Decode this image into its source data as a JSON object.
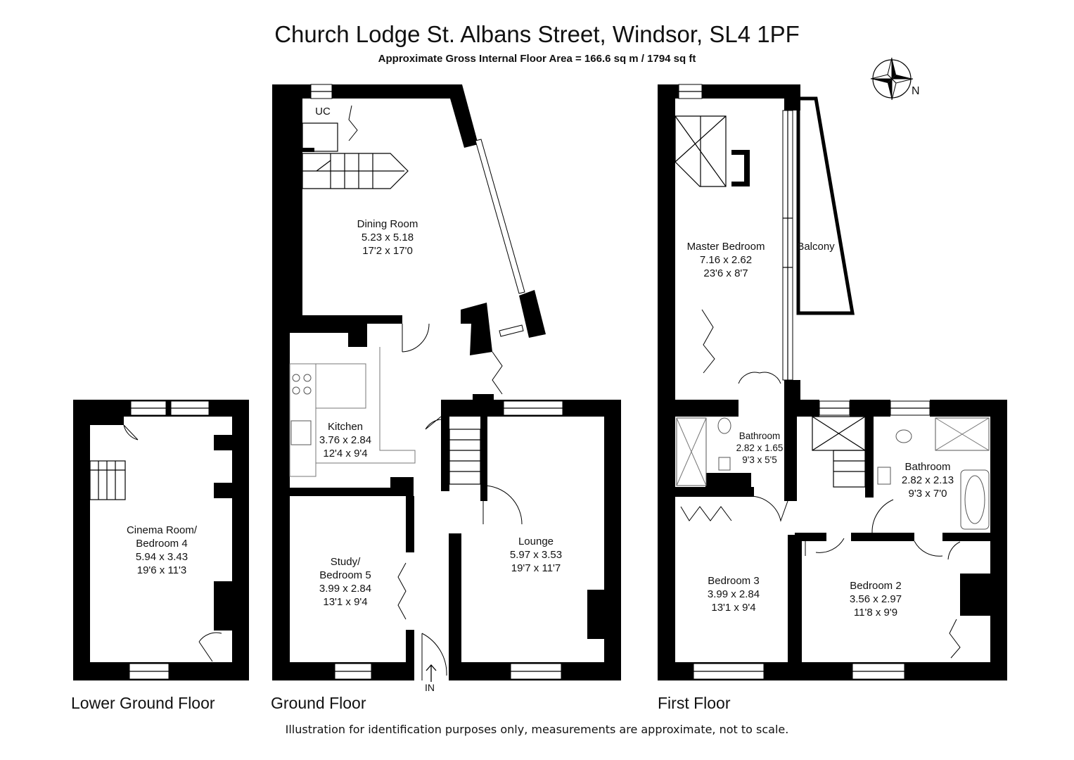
{
  "header": {
    "title": "Church Lodge St. Albans Street, Windsor, SL4 1PF",
    "area": "Approximate Gross Internal Floor Area  = 166.6 sq m / 1794 sq ft"
  },
  "compass": {
    "label": "N",
    "icon": "compass-rose-icon"
  },
  "floors": {
    "lower_ground": {
      "label": "Lower Ground Floor",
      "rooms": {
        "cinema": {
          "name1": "Cinema Room/",
          "name2": "Bedroom 4",
          "metric": "5.94 x 3.43",
          "imperial": "19'6 x 11'3"
        }
      }
    },
    "ground": {
      "label": "Ground Floor",
      "entry": "IN",
      "rooms": {
        "uc": {
          "name": "UC"
        },
        "dining": {
          "name": "Dining Room",
          "metric": "5.23 x 5.18",
          "imperial": "17'2 x 17'0"
        },
        "kitchen": {
          "name": "Kitchen",
          "metric": "3.76 x 2.84",
          "imperial": "12'4 x 9'4"
        },
        "study": {
          "name1": "Study/",
          "name2": "Bedroom 5",
          "metric": "3.99 x 2.84",
          "imperial": "13'1 x 9'4"
        },
        "lounge": {
          "name": "Lounge",
          "metric": "5.97 x 3.53",
          "imperial": "19'7 x 11'7"
        }
      }
    },
    "first": {
      "label": "First Floor",
      "rooms": {
        "master": {
          "name": "Master Bedroom",
          "metric": "7.16 x 2.62",
          "imperial": "23'6 x 8'7"
        },
        "balcony": {
          "name": "Balcony"
        },
        "bathroom1": {
          "name": "Bathroom",
          "metric": "2.82 x 1.65",
          "imperial": "9'3 x 5'5"
        },
        "bathroom2": {
          "name": "Bathroom",
          "metric": "2.82 x 2.13",
          "imperial": "9'3 x 7'0"
        },
        "bedroom3": {
          "name": "Bedroom 3",
          "metric": "3.99 x 2.84",
          "imperial": "13'1 x 9'4"
        },
        "bedroom2": {
          "name": "Bedroom 2",
          "metric": "3.56 x 2.97",
          "imperial": "11'8 x 9'9"
        }
      }
    }
  },
  "footer": "Illustration for identification purposes only, measurements are approximate, not to scale.",
  "colors": {
    "wall": "#000000",
    "background": "#ffffff",
    "fixture": "#666666"
  }
}
